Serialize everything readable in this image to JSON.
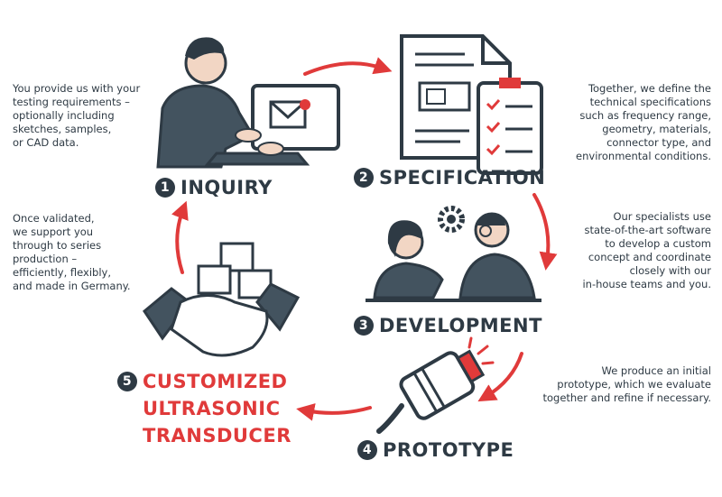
{
  "steps": [
    {
      "number": "1",
      "title": "INQUIRY",
      "description": "You provide us with your\ntesting requirements –\noptionally including\nsketches, samples,\nor CAD data."
    },
    {
      "number": "2",
      "title": "SPECIFICATION",
      "description": "Together, we define the\ntechnical specifications\nsuch as frequency range,\ngeometry, materials,\nconnector type, and\nenvironmental conditions."
    },
    {
      "number": "3",
      "title": "DEVELOPMENT",
      "description": "Our specialists use\nstate-of-the-art software\nto develop a custom\nconcept and coordinate\nclosely with our\nin-house teams and you."
    },
    {
      "number": "4",
      "title": "PROTOTYPE",
      "description": "We produce an initial\nprototype, which we evaluate\ntogether and refine if necessary."
    },
    {
      "number": "5",
      "title_lines": [
        "CUSTOMIZED",
        "ULTRASONIC",
        "TRANSDUCER"
      ],
      "description": "Once validated,\nwe support you\nthrough to series\nproduction –\nefficiently, flexibly,\nand made in Germany."
    }
  ],
  "colors": {
    "dark": "#2e3a44",
    "accent": "#e03a3a"
  }
}
